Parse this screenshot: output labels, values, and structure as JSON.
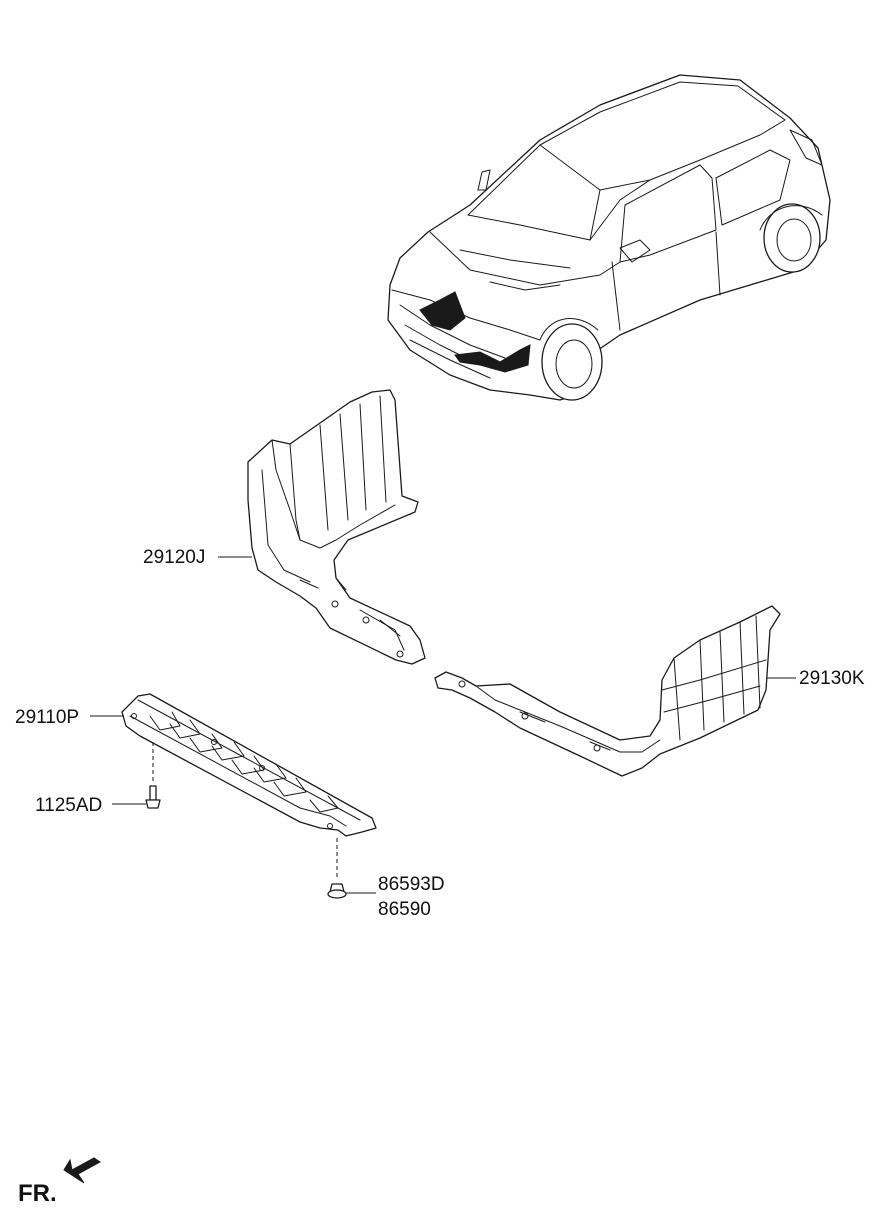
{
  "parts": {
    "lower_cover_rh": "29120J",
    "lower_cover_lh": "29130K",
    "front_undercover": "29110P",
    "bolt": "1125AD",
    "clip_a": "86593D",
    "clip_b": "86590"
  },
  "direction_label": "FR.",
  "icons": [
    "vehicle-illustration",
    "front-direction-arrow-icon"
  ]
}
